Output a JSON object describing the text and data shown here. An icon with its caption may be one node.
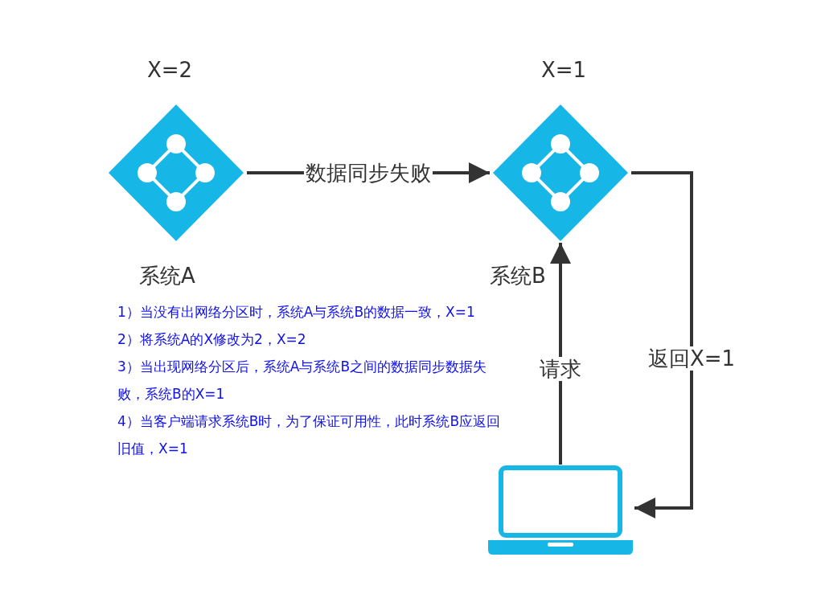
{
  "diagram": {
    "nodes": [
      {
        "text": [
          "系统A"
        ],
        "beside": [
          "X=2"
        ]
      },
      {
        "text": [
          "系统B"
        ],
        "beside": [
          "X=1"
        ]
      },
      {
        "text": [],
        "shape": "laptop"
      }
    ],
    "edges": [
      {
        "from": 0,
        "to": 1,
        "arrow": "to",
        "label": "数据同步失败"
      },
      {
        "from": 2,
        "to": 1,
        "arrow": "to",
        "label": "请求"
      },
      {
        "from": 1,
        "to": 2,
        "arrow": "to",
        "label": "返回X=1"
      }
    ],
    "labels": [
      "1）当没有出网络分区时，系统A与系统B的数据一致，X=1",
      "2）将系统A的X修改为2，X=2",
      "3）当出现网络分区后，系统A与系统B之间的数据同步数据失败，系统B的X=1",
      "4）当客户端请求系统B时，为了保证可用性，此时系统B应返回旧值，X=1"
    ]
  }
}
